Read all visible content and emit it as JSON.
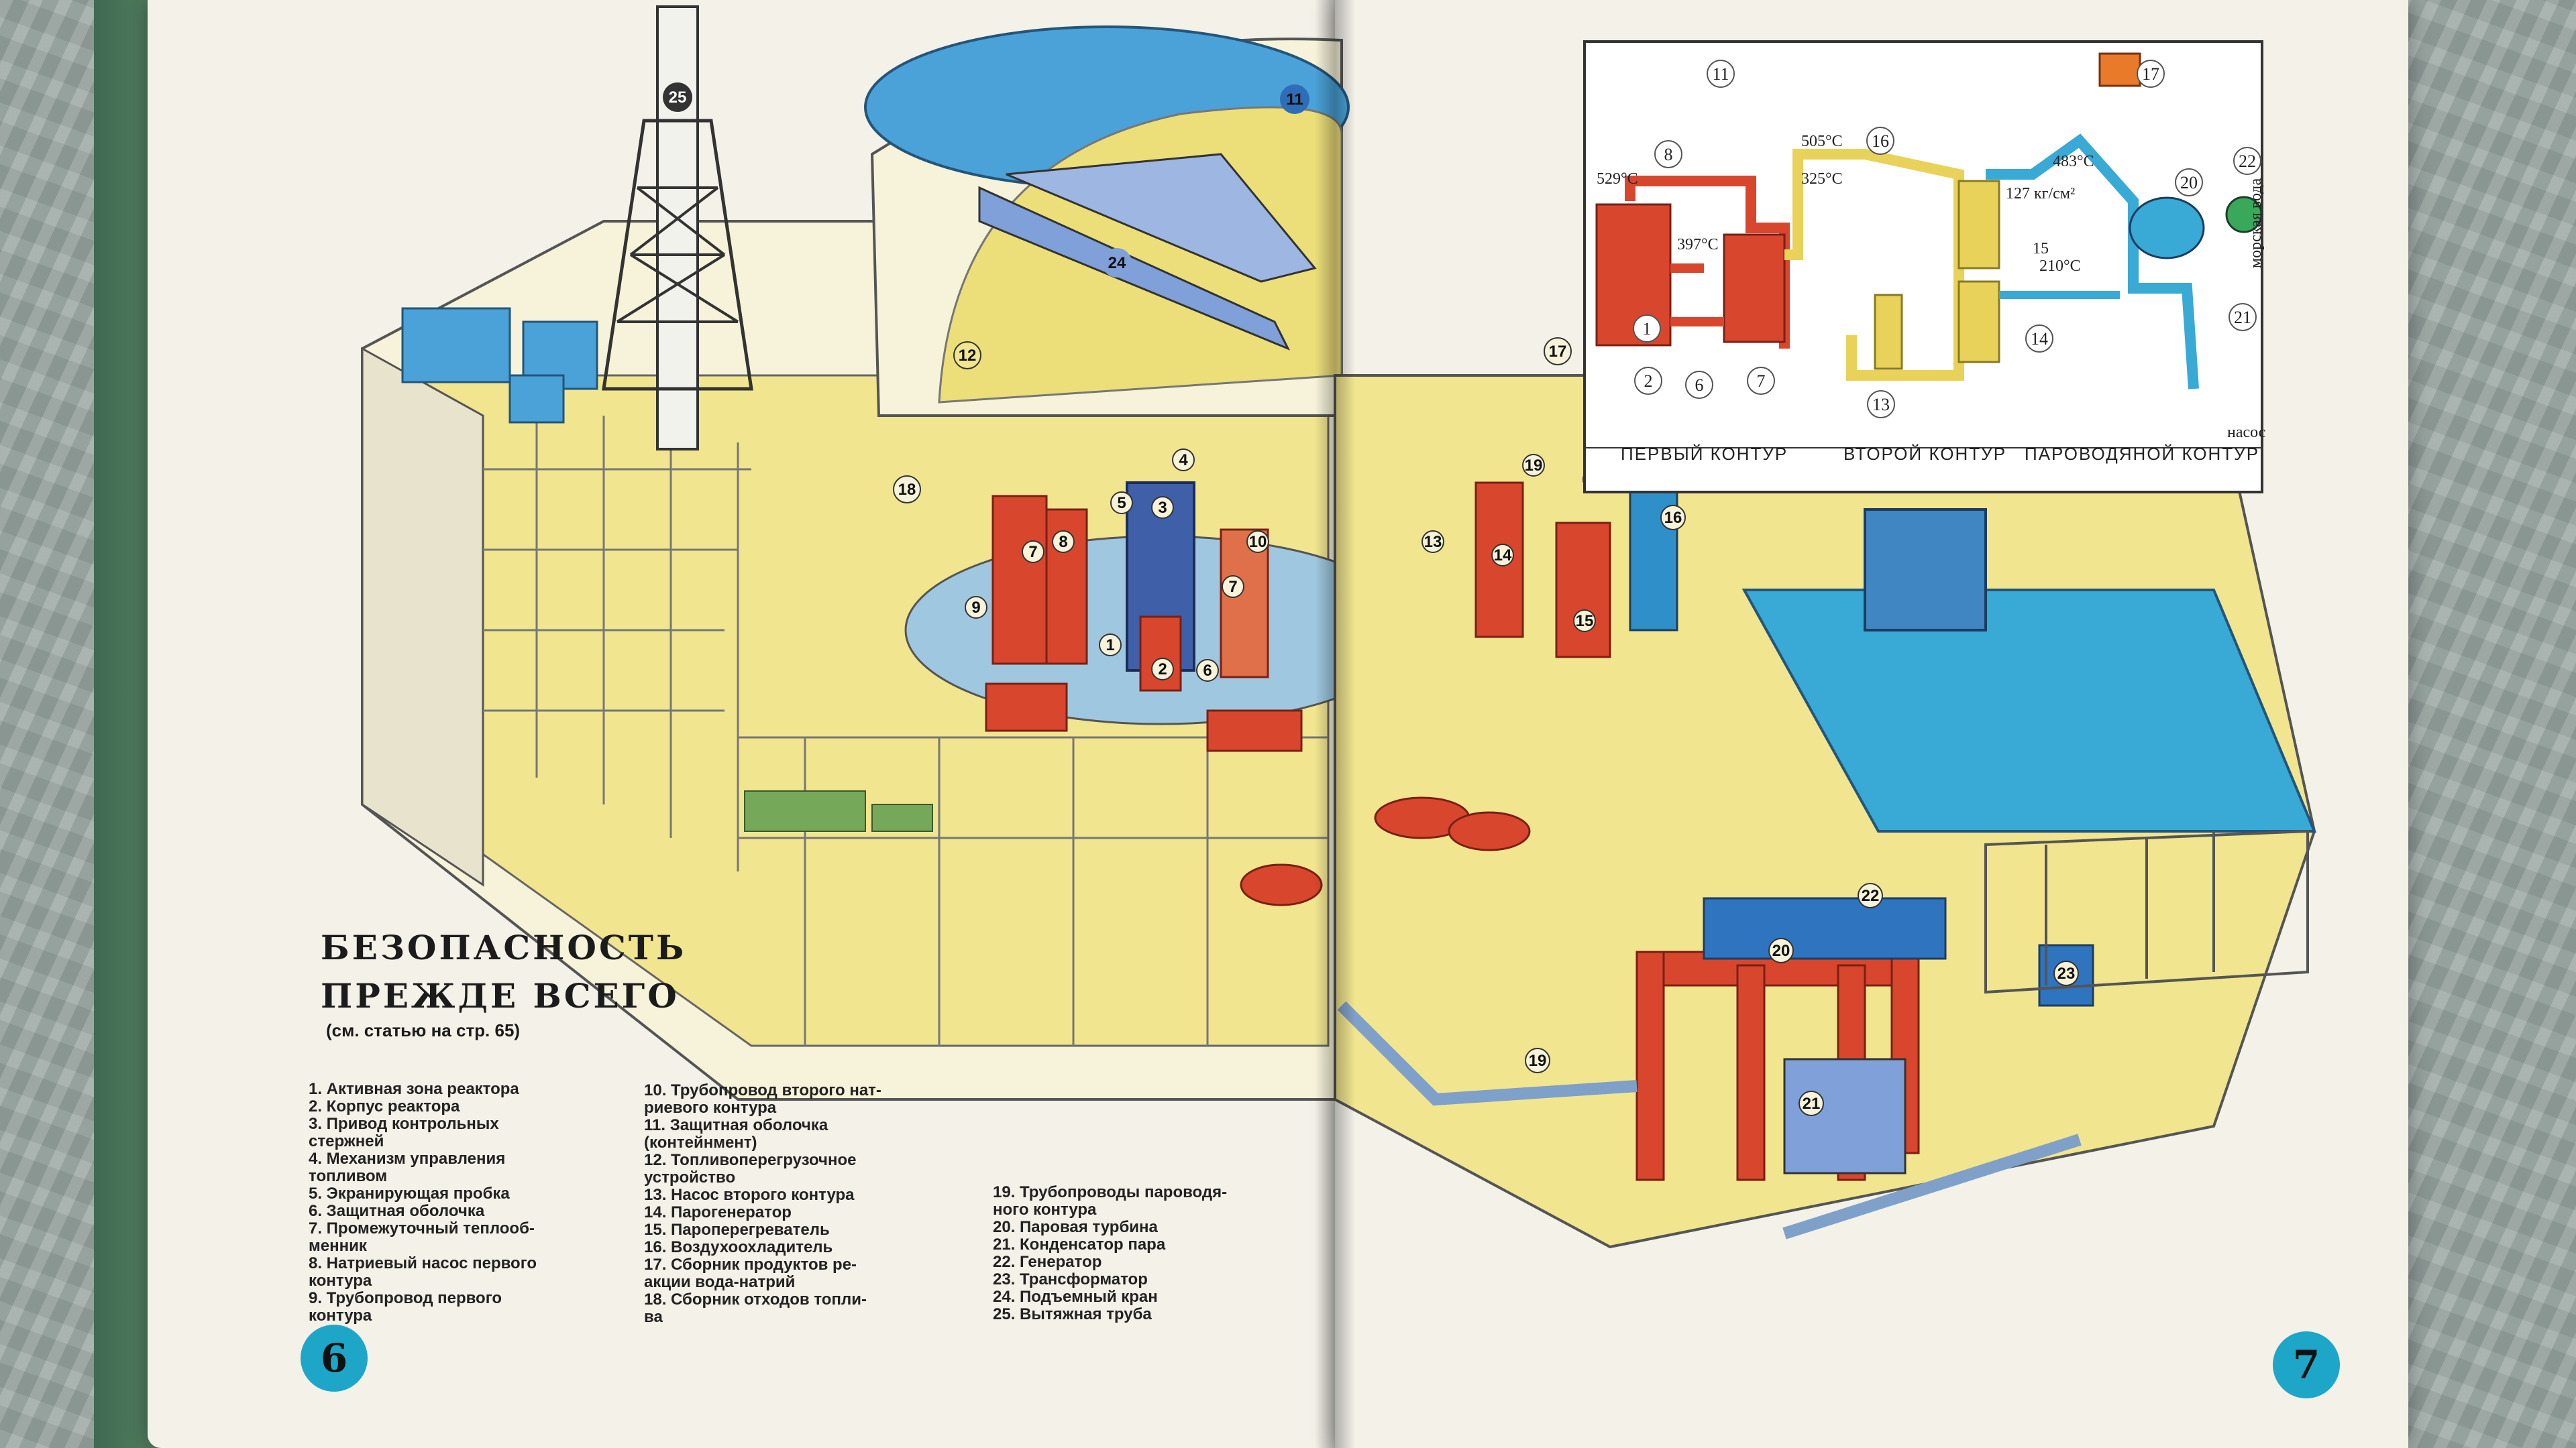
{
  "article": {
    "title_line1": "БЕЗОПАСНОСТЬ",
    "title_line2": "ПРЕЖДЕ ВСЕГО",
    "subtitle": "(см. статью на стр. 65)"
  },
  "page_numbers": {
    "left": "6",
    "right": "7"
  },
  "legend": {
    "col1": [
      "1. Активная зона реактора",
      "2. Корпус реактора",
      "3. Привод контрольных",
      "стержней",
      "4. Механизм управления",
      "топливом",
      "5. Экранирующая пробка",
      "6. Защитная оболочка",
      "7. Промежуточный теплооб-",
      "менник",
      "8. Натриевый насос первого",
      "контура",
      "9. Трубопровод первого",
      "контура"
    ],
    "col2": [
      "10. Трубопровод второго нат-",
      "риевого контура",
      "11. Защитная оболочка",
      "(контейнмент)",
      "12. Топливоперегрузочное",
      "устройство",
      "13. Насос второго контура",
      "14. Парогенератор",
      "15. Пароперегреватель",
      "16. Воздухоохладитель",
      "17. Сборник продуктов ре-",
      "акции вода-натрий",
      "18. Сборник отходов топли-",
      "ва"
    ],
    "col3": [
      "19. Трубопроводы пароводя-",
      "ного контура",
      "20. Паровая турбина",
      "21. Конденсатор пара",
      "22. Генератор",
      "23. Трансформатор",
      "24. Подъемный кран",
      "25. Вытяжная труба"
    ]
  },
  "schema": {
    "temp_529": "529°C",
    "temp_397": "397°C",
    "temp_505": "505°C",
    "temp_325": "325°C",
    "temp_483": "483°C",
    "pressure": "127 кг/см²",
    "temp_15": "15",
    "temp_210": "210°C",
    "sea_water": "морская вода",
    "pump": "насос",
    "contour1": "ПЕРВЫЙ КОНТУР",
    "contour2": "ВТОРОЙ КОНТУР",
    "contour3": "ПАРОВОДЯНОЙ КОНТУР",
    "numbers": [
      "1",
      "2",
      "6",
      "7",
      "8",
      "11",
      "13",
      "14",
      "16",
      "17",
      "20",
      "21",
      "22"
    ]
  },
  "callouts": [
    "1",
    "2",
    "3",
    "4",
    "5",
    "6",
    "7",
    "8",
    "9",
    "10",
    "11",
    "12",
    "13",
    "14",
    "15",
    "16",
    "17",
    "18",
    "19",
    "20",
    "21",
    "22",
    "23",
    "24",
    "25"
  ],
  "colors": {
    "reactor_red": "#d8462e",
    "reactor_blue": "#3f5fa8",
    "cyan_water": "#39a9d6",
    "yellow_floor": "#f2e79a",
    "green_equipment": "#76a85a",
    "page_number_blue": "#1ea6c8"
  }
}
